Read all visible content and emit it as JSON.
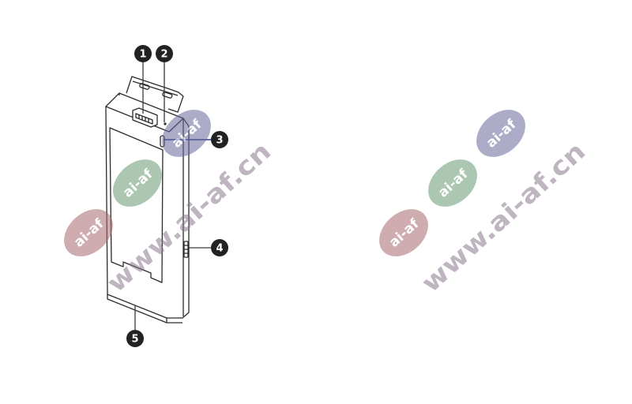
{
  "callouts": [
    {
      "id": "1",
      "label": "1"
    },
    {
      "id": "2",
      "label": "2"
    },
    {
      "id": "3",
      "label": "3"
    },
    {
      "id": "4",
      "label": "4"
    },
    {
      "id": "5",
      "label": "5"
    }
  ],
  "watermark": {
    "badge_text": "ai-af",
    "site_text": "www.ai-af.cn"
  },
  "colors": {
    "outline": "#2b2b2b",
    "callout_fill": "#222222",
    "leader_line": "#3a3a3a",
    "leader_line_3": "#2e3a8c",
    "badge_red": "#a86a6f",
    "badge_green": "#6a9a72",
    "badge_blue": "#6a6a9e",
    "site_text": "#8a7a8e"
  }
}
